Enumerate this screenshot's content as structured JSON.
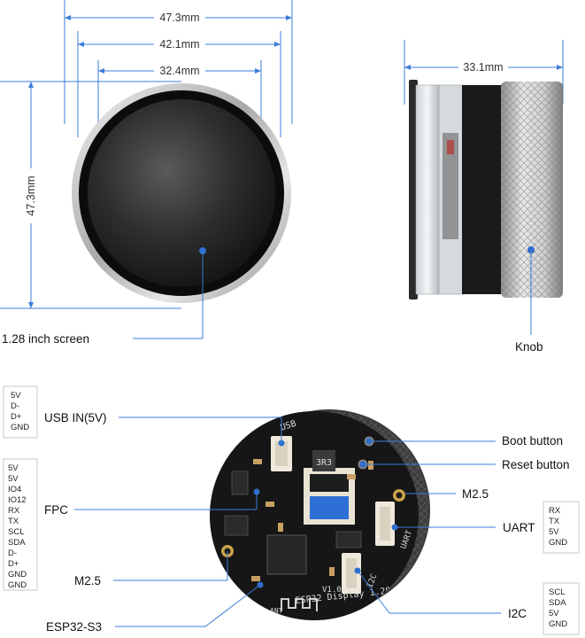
{
  "dimensions": {
    "front_outer_width": "47.3mm",
    "front_mid_width": "42.1mm",
    "front_screen_width": "32.4mm",
    "front_height": "47.3mm",
    "side_depth": "33.1mm"
  },
  "callouts": {
    "screen": "1.28 inch screen",
    "knob": "Knob",
    "usb_in": "USB IN(5V)",
    "fpc": "FPC",
    "m25_left": "M2.5",
    "esp32": "ESP32-S3",
    "boot_button": "Boot button",
    "reset_button": "Reset button",
    "m25_right": "M2.5",
    "uart": "UART",
    "i2c": "I2C"
  },
  "pin_boxes": {
    "usb": [
      "5V",
      "D-",
      "D+",
      "GND"
    ],
    "fpc": [
      "5V",
      "5V",
      "IO4",
      "IO12",
      "RX",
      "TX",
      "SCL",
      "SDA",
      "D-",
      "D+",
      "GND",
      "GND"
    ],
    "uart": [
      "RX",
      "TX",
      "5V",
      "GND"
    ],
    "i2c": [
      "SCL",
      "SDA",
      "5V",
      "GND"
    ]
  },
  "board_silkscreen": {
    "usb_label": "USB",
    "uart_label": "UART",
    "i2c_label": "I2C",
    "version": "V1.0",
    "model": "ESP32 Display 1.28",
    "inductor": "3R3",
    "antenna": "ANT"
  },
  "colors": {
    "dimension_line": "#3b7dd8",
    "callout_line": "#3b7dd8",
    "dot": "#2f6fd0",
    "board": "#161616",
    "connector": "#efe9dc"
  }
}
